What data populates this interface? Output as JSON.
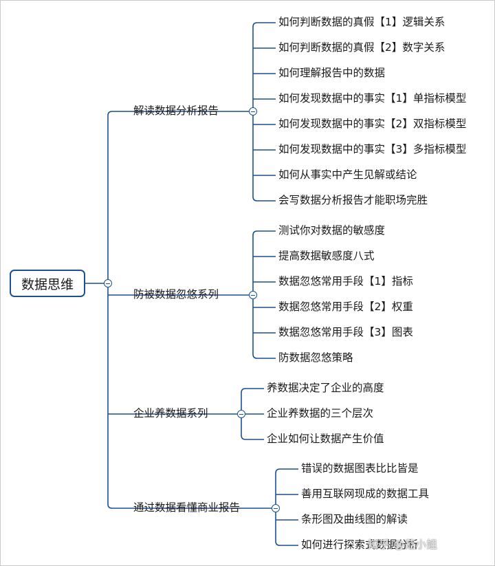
{
  "root": {
    "label": "数据思维"
  },
  "branches": [
    {
      "label": "解读数据分析报告",
      "children": [
        "如何判断数据的真假【1】逻辑关系",
        "如何判断数据的真假【2】数字关系",
        "如何理解报告中的数据",
        "如何发现数据中的事实【1】单指标模型",
        "如何发现数据中的事实【2】双指标模型",
        "如何发现数据中的事实【3】多指标模型",
        "如何从事实中产生见解或结论",
        "会写数据分析报告才能职场完胜"
      ]
    },
    {
      "label": "防被数据忽悠系列",
      "children": [
        "测试你对数据的敏感度",
        "提高数据敏感度八式",
        "数据忽悠常用手段【1】指标",
        "数据忽悠常用手段【2】权重",
        "数据忽悠常用手段【3】图表",
        "防数据忽悠策略"
      ]
    },
    {
      "label": "企业养数据系列",
      "children": [
        "养数据决定了企业的高度",
        "企业养数据的三个层次",
        "企业如何让数据产生价值"
      ]
    },
    {
      "label": "通过数据看懂商业报告",
      "children": [
        "错误的数据图表比比皆是",
        "善用互联网现成的数据工具",
        "条形图及曲线图的解读",
        "如何进行探索式数据分析"
      ]
    }
  ],
  "watermark": "知乎 @范小姐",
  "colors": {
    "line": "#1b4f8f",
    "node_border": "#1b4f8f",
    "text": "#1a1a1a"
  }
}
